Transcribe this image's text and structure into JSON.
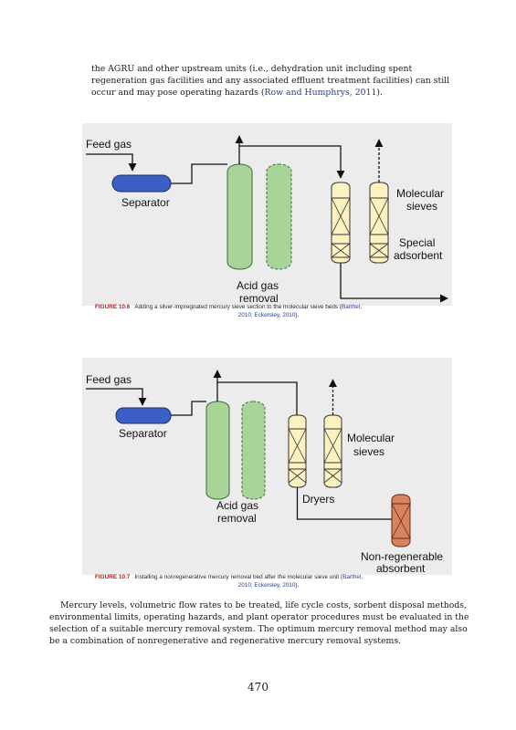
{
  "intro": {
    "text": "the AGRU and other upstream units (i.e., dehydration unit including spent regeneration gas facilities and any associated effluent treatment facilities) can still occur and may pose operating hazards (",
    "ref": "Row and Humphrys, 2011",
    "tail": ")."
  },
  "figure1": {
    "labels": {
      "feed": "Feed gas",
      "separator": "Separator",
      "acid1": "Acid gas",
      "acid2": "removal",
      "mol1": "Molecular",
      "mol2": "sieves",
      "spec1": "Special",
      "spec2": "adsorbent"
    },
    "caption": {
      "label": "FIGURE 10.6",
      "text": "Adding a silver-impregnated mercury sieve section to the molecular sieve beds (",
      "ref1": "Barthel,",
      "ref2": "2010; Eckersley, 2010",
      "tail": ")."
    }
  },
  "figure2": {
    "labels": {
      "feed": "Feed gas",
      "separator": "Separator",
      "mol1": "Molecular",
      "mol2": "sieves",
      "dryers": "Dryers",
      "acid1": "Acid gas",
      "acid2": "removal",
      "nonreg1": "Non-regenerable",
      "nonreg2": "absorbent"
    },
    "caption": {
      "label": "FIGURE 10.7",
      "text": "Installing a nonregenerative mercury removal bed after the molecular sieve unit (",
      "ref1": "Barthel,",
      "ref2": "2010; Eckersley, 2010",
      "tail": ")."
    }
  },
  "closing": {
    "text": "Mercury levels, volumetric flow rates to be treated, life cycle costs, sorbent disposal methods, environmental limits, operating hazards, and plant operator procedures must be evaluated in the selection of a suitable mercury removal system. The optimum mercury removal method may also be a combination of nonregenerative and regenerative mercury removal systems."
  },
  "page_number": "470",
  "colors": {
    "separator_fill": "#3b5fc4",
    "vessel_green": "#a8d49a",
    "sieve_fill": "#fbf2c0",
    "nonregen_fill": "#d9825e",
    "caption_label": "#b22222",
    "reference": "#1f3f9c"
  }
}
